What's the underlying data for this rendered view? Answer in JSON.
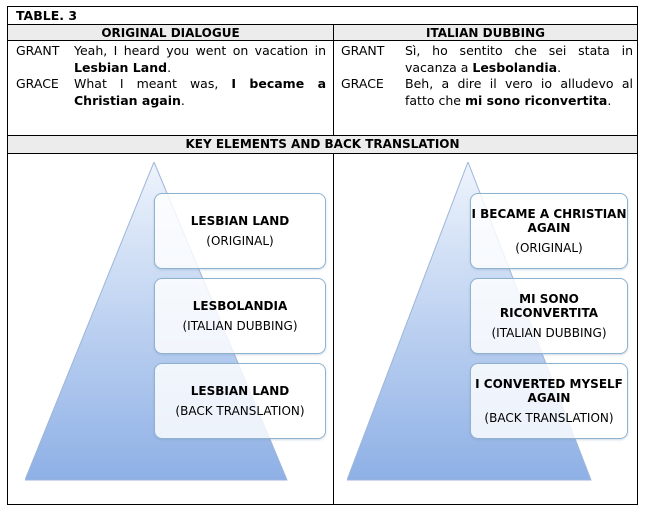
{
  "table_title": "TABLE. 3",
  "headers": {
    "left": "ORIGINAL DIALOGUE",
    "right": "ITALIAN DUBBING"
  },
  "original": [
    {
      "speaker": "GRANT",
      "text_pre": "Yeah, I heard you went on vacation in",
      "text_bold": "Lesbian Land",
      "text_post": "."
    },
    {
      "speaker": "GRACE",
      "text_pre": "What I meant was,",
      "text_bold": "I became a Christian again",
      "text_post": "."
    }
  ],
  "dubbing": [
    {
      "speaker": "GRANT",
      "text_pre": "Sì, ho sentito che sei stata in vacanza a",
      "text_bold": "Lesbolandia",
      "text_post": "."
    },
    {
      "speaker": "GRACE",
      "text_pre": "Beh, a dire il vero io alludevo al fatto che",
      "text_bold": "mi sono riconvertita",
      "text_post": "."
    }
  ],
  "section_title": "KEY ELEMENTS AND BACK TRANSLATION",
  "left_pyramid": [
    {
      "main": "LESBIAN LAND",
      "note": "(ORIGINAL)"
    },
    {
      "main": "LESBOLANDIA",
      "note": "(ITALIAN DUBBING)"
    },
    {
      "main": "LESBIAN LAND",
      "note": "(BACK TRANSLATION)"
    }
  ],
  "right_pyramid": [
    {
      "main": "I BECAME A CHRISTIAN AGAIN",
      "note": "(ORIGINAL)"
    },
    {
      "main": "MI SONO RICONVERTITA",
      "note": "(ITALIAN DUBBING)"
    },
    {
      "main": "I CONVERTED MYSELF AGAIN",
      "note": "(BACK TRANSLATION)"
    }
  ],
  "colors": {
    "pyramid_top": "#eef4fc",
    "pyramid_bottom": "#8eb0e6",
    "box_border": "#8fb2cf",
    "header_bg": "#ececec"
  }
}
